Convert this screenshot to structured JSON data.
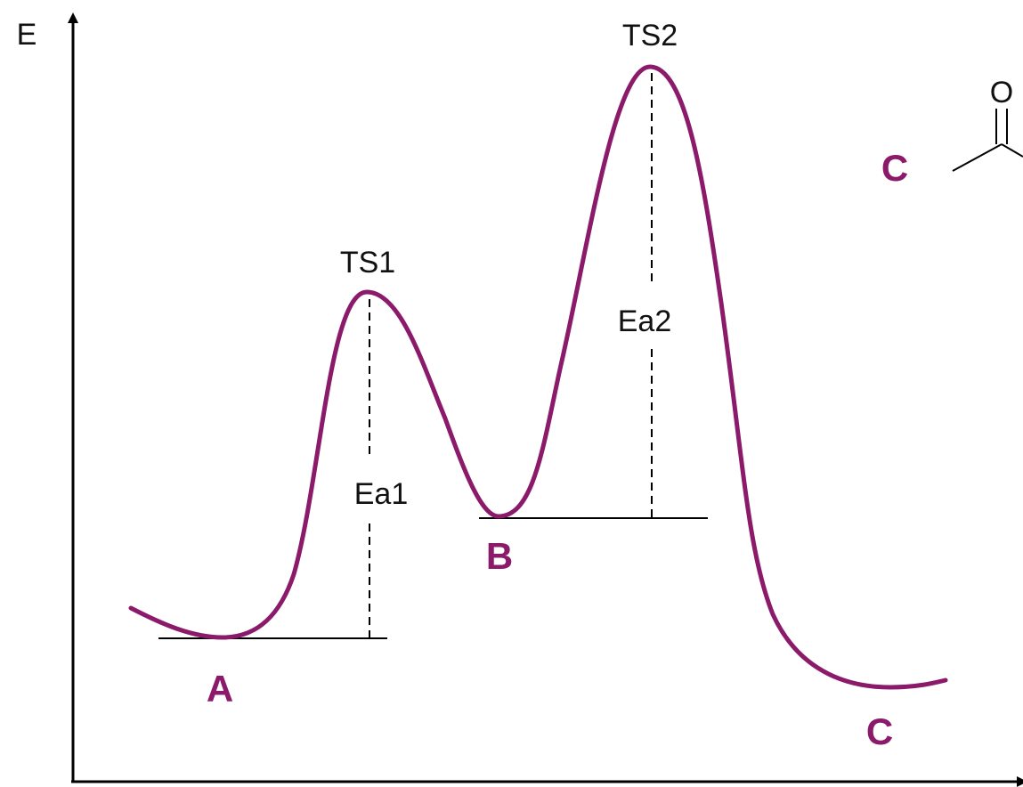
{
  "axes": {
    "y_label": "E",
    "x_label": ""
  },
  "transition_states": [
    {
      "id": "ts1",
      "label": "TS1"
    },
    {
      "id": "ts2",
      "label": "TS2"
    }
  ],
  "activation_energies": [
    {
      "id": "ea1",
      "label": "Ea1"
    },
    {
      "id": "ea2",
      "label": "Ea2"
    }
  ],
  "species": [
    {
      "id": "a",
      "label": "A"
    },
    {
      "id": "b",
      "label": "B"
    },
    {
      "id": "c",
      "label": "C"
    }
  ],
  "structure_panel": {
    "label": "C",
    "atom_label": "O"
  },
  "colors": {
    "curve": "#8b1a6b",
    "species_label": "#8b1a6b",
    "axes": "#000000",
    "text": "#111111"
  }
}
